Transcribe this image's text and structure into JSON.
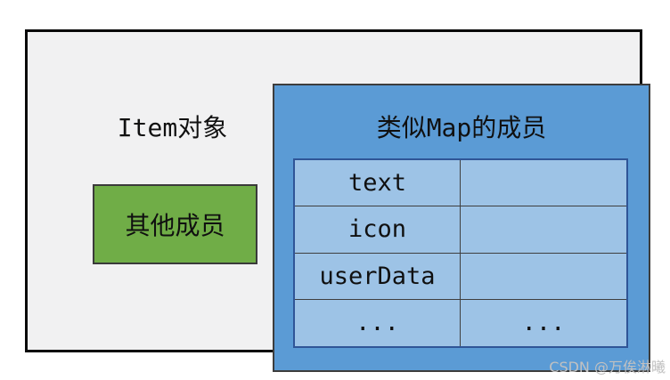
{
  "diagram": {
    "item_label": "Item对象",
    "other_members_label": "其他成员",
    "map_members_title": "类似Map的成员",
    "members_table": {
      "rows": [
        {
          "name": "text",
          "value": ""
        },
        {
          "name": "icon",
          "value": ""
        },
        {
          "name": "userData",
          "value": ""
        },
        {
          "name": "...",
          "value": "..."
        }
      ]
    }
  },
  "watermark": "CSDN @万俟淋曦",
  "colors": {
    "outer_fill": "#f1f1f2",
    "outer_border": "#0a0a0a",
    "green_fill": "#70ad47",
    "blue_fill": "#5b9bd5",
    "cell_fill": "#9dc3e6",
    "table_border": "#2f5597",
    "grid_divider": "#3f3f3f",
    "watermark_gray": "#c1c1c1"
  }
}
